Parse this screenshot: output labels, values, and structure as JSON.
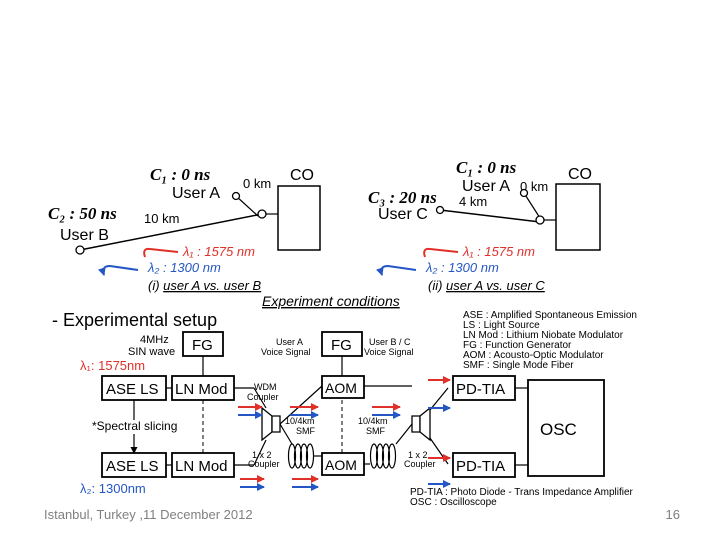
{
  "footer": {
    "location_date": "Istanbul, Turkey ,11 December 2012",
    "page_number": "16"
  },
  "colors": {
    "red": "#e0302a",
    "blue": "#2457c5",
    "black": "#000000"
  },
  "panel_i": {
    "c1": "C₁ : 0 ns",
    "user_a": "User A",
    "c2": "C₂ : 50 ns",
    "user_b": "User B",
    "dist_a": "0 km",
    "dist_b": "10 km",
    "co": "CO",
    "lambda1": "λ₁ : 1575 nm",
    "lambda2": "λ₂ : 1300 nm",
    "caption_prefix": "(i) ",
    "caption": "user A vs. user B"
  },
  "panel_ii": {
    "c1": "C₁ : 0 ns",
    "user_a": "User A",
    "c3": "C₃ : 20 ns",
    "user_c": "User C",
    "dist_a": "0 km",
    "dist_c": "4 km",
    "co": "CO",
    "lambda1": "λ₁ : 1575 nm",
    "lambda2": "λ₂ : 1300 nm",
    "caption_prefix": "(ii) ",
    "caption": "user A vs. user C"
  },
  "experiment_conditions": "Experiment conditions",
  "setup_title": "- Experimental setup",
  "legend": [
    "ASE : Amplified Spontaneous Emission",
    "LS : Light Source",
    "LN Mod : Lithium Niobate Modulator",
    "FG : Function Generator",
    "AOM : Acousto-Optic Modulator",
    "SMF : Single Mode Fiber"
  ],
  "setup": {
    "sin_wave_line1": "4MHz",
    "sin_wave_line2": "SIN wave",
    "lambda1": "λ₁: 1575nm",
    "lambda2": "λ₂: 1300nm",
    "ase_ls_top": "ASE LS",
    "ase_ls_bottom": "ASE LS",
    "ln_mod_top": "LN Mod",
    "ln_mod_bottom": "LN Mod",
    "fg_left": "FG",
    "fg_right": "FG",
    "voice_a_line1": "User A",
    "voice_a_line2": "Voice Signal",
    "voice_bc_line1": "User B / C",
    "voice_bc_line2": "Voice Signal",
    "spectral_slicing": "*Spectral slicing",
    "wdm_coupler_line1": "WDM",
    "wdm_coupler_line2": "Coupler",
    "coupler_left_line1": "1 x 2",
    "coupler_left_line2": "Coupler",
    "coupler_right_line1": "1 x 2",
    "coupler_right_line2": "Coupler",
    "smf_left_line1": "10/4km",
    "smf_left_line2": "SMF",
    "smf_right_line1": "10/4km",
    "smf_right_line2": "SMF",
    "aom_top": "AOM",
    "aom_bottom": "AOM",
    "pd_tia_top": "PD-TIA",
    "pd_tia_bottom": "PD-TIA",
    "osc": "OSC",
    "footnote_line1": "PD-TIA : Photo Diode - Trans Impedance Amplifier",
    "footnote_line2": "OSC : Oscilloscope"
  }
}
